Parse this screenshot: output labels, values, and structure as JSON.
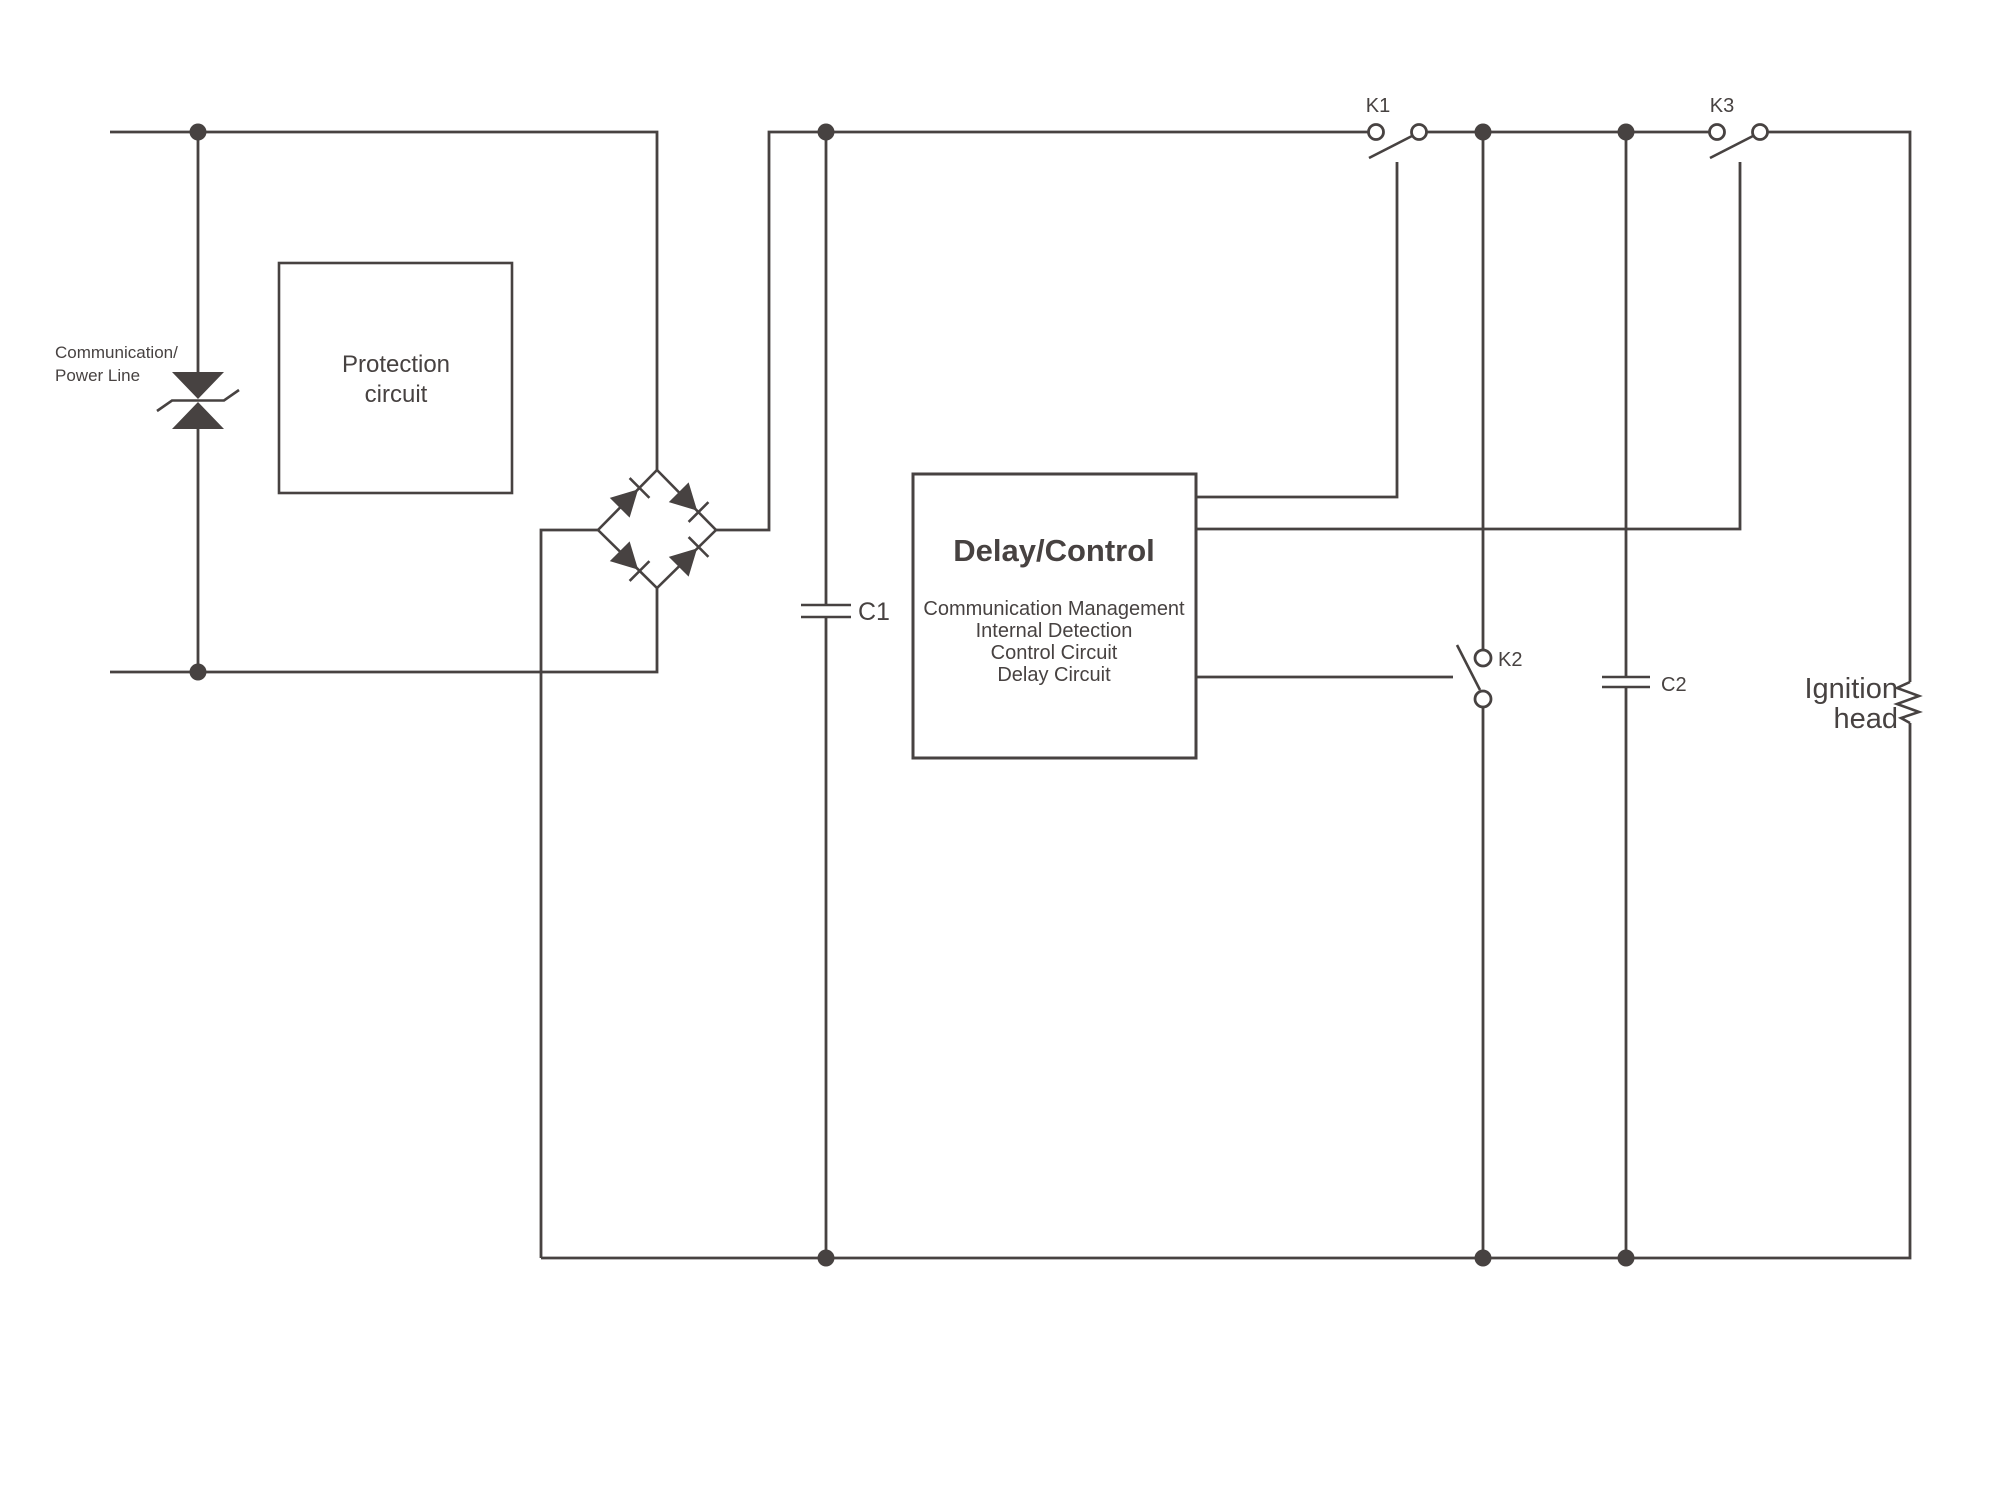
{
  "diagram": {
    "type": "circuit-schematic",
    "background": "#ffffff",
    "line_color": "#474241",
    "text_color": "#474241",
    "labels": {
      "power_line_1": "Communication/",
      "power_line_2": "Power Line",
      "protection_box_1": "Protection",
      "protection_box_2": "circuit",
      "delay_box_title": "Delay/Control",
      "delay_box_lines": [
        "Communication Management",
        "Internal Detection",
        "Control Circuit",
        "Delay Circuit"
      ],
      "cap1": "C1",
      "cap2": "C2",
      "relay1": "K1",
      "relay2": "K2",
      "relay3": "K3",
      "ignition_1": "Ignition",
      "ignition_2": "head"
    }
  }
}
